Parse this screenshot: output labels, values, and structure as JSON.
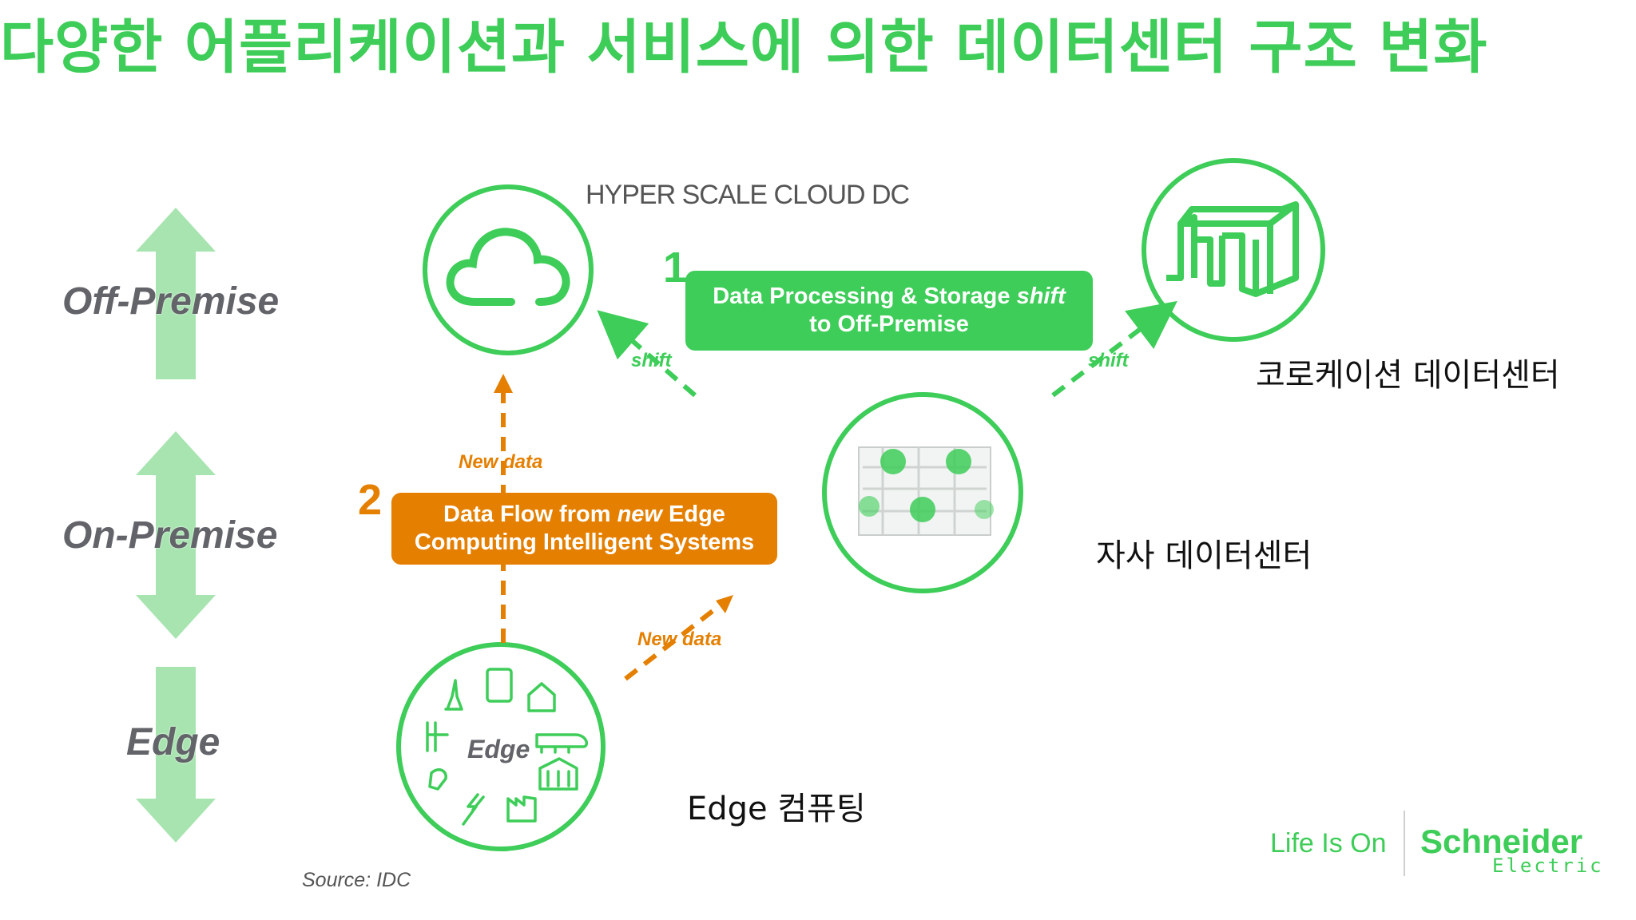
{
  "title": "다양한 어플리케이션과 서비스에 의한  데이터센터 구조 변화",
  "tiers": {
    "off_premise": "Off-Premise",
    "on_premise": "On-Premise",
    "edge": "Edge"
  },
  "hyper_scale_label": "HYPER SCALE CLOUD DC",
  "step1": {
    "number": "1",
    "line1_text": "Data Processing & Storage ",
    "line1_italic": "shift",
    "line2": "to Off-Premise"
  },
  "step2": {
    "number": "2",
    "line1_text": "Data Flow from ",
    "line1_italic": "new",
    "line1_rest": " Edge",
    "line2": "Computing Intelligent Systems"
  },
  "arrow_labels": {
    "shift_left": "shift",
    "shift_right": "shift",
    "new_data_top": "New data",
    "new_data_bottom": "New data"
  },
  "edge_circle_label": "Edge",
  "korean_labels": {
    "colocation": "코로케이션 데이터센터",
    "enterprise": "자사 데이터센터",
    "edge_computing": "Edge 컴퓨팅"
  },
  "source": "Source:  IDC",
  "branding": {
    "tagline": "Life Is On",
    "company": "Schneider",
    "company_sub": "Electric"
  },
  "colors": {
    "brand_green": "#3dcd58",
    "light_green": "#a8e4b0",
    "orange": "#e47f00"
  },
  "icons": [
    "cloud-icon",
    "colocation-building-icon",
    "data-center-rack-icon",
    "iot-devices-icon"
  ]
}
